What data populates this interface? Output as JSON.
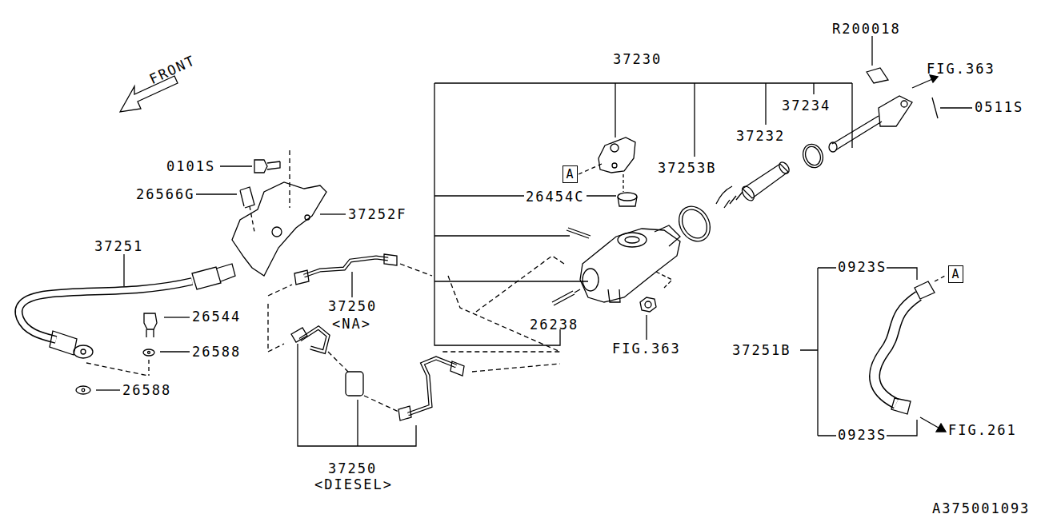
{
  "diagram": {
    "nodes": [
      {
        "text": [
          "A"
        ]
      },
      {
        "text": [
          "A"
        ]
      }
    ],
    "edges": [],
    "labels": [
      "FRONT",
      "37230",
      "R200018",
      "FIG.363",
      "0511S",
      "37234",
      "37232",
      "37253B",
      "26454C",
      "0101S",
      "26566G",
      "37252F",
      "37251",
      "26544",
      "26588",
      "26588",
      "37250",
      "<NA>",
      "26238",
      "FIG.363",
      "0923S",
      "37251B",
      "0923S",
      "FIG.261",
      "37250",
      "<DIESEL>",
      "A375001093"
    ]
  }
}
